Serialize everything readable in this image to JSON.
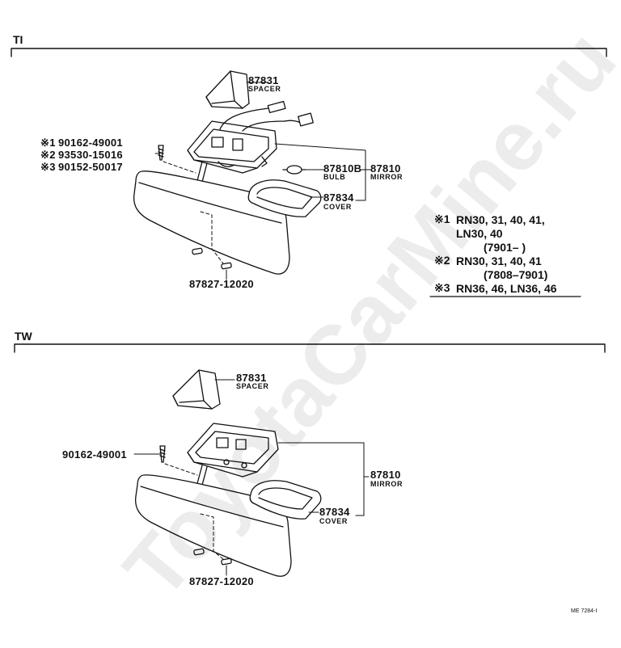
{
  "sections": {
    "top": {
      "title": "TI",
      "spacer": {
        "part_no": "87831",
        "name": "SPACER"
      },
      "bulb": {
        "part_no": "87810B",
        "name": "BULB"
      },
      "mirror": {
        "part_no": "87810",
        "name": "MIRROR"
      },
      "cover": {
        "part_no": "87834",
        "name": "COVER"
      },
      "screws": [
        {
          "mark": "※1",
          "part_no": "90162-49001"
        },
        {
          "mark": "※2",
          "part_no": "93530-15016"
        },
        {
          "mark": "※3",
          "part_no": "90152-50017"
        }
      ],
      "pad": {
        "part_no": "87827-12020"
      }
    },
    "bottom": {
      "title": "TW",
      "spacer": {
        "part_no": "87831",
        "name": "SPACER"
      },
      "screw": {
        "part_no": "90162-49001"
      },
      "mirror": {
        "part_no": "87810",
        "name": "MIRROR"
      },
      "cover": {
        "part_no": "87834",
        "name": "COVER"
      },
      "pad": {
        "part_no": "87827-12020"
      }
    }
  },
  "notes": [
    {
      "mark": "※1",
      "line1": "RN30, 31, 40, 41,",
      "line2": "LN30, 40",
      "line3": "(7901–        )"
    },
    {
      "mark": "※2",
      "line1": "RN30, 31, 40, 41",
      "line2": "(7808–7901)"
    },
    {
      "mark": "※3",
      "line1": "RN36, 46, LN36, 46"
    }
  ],
  "figure_code": "ME 7284-I",
  "watermark": "ToyotaCarMine.ru"
}
